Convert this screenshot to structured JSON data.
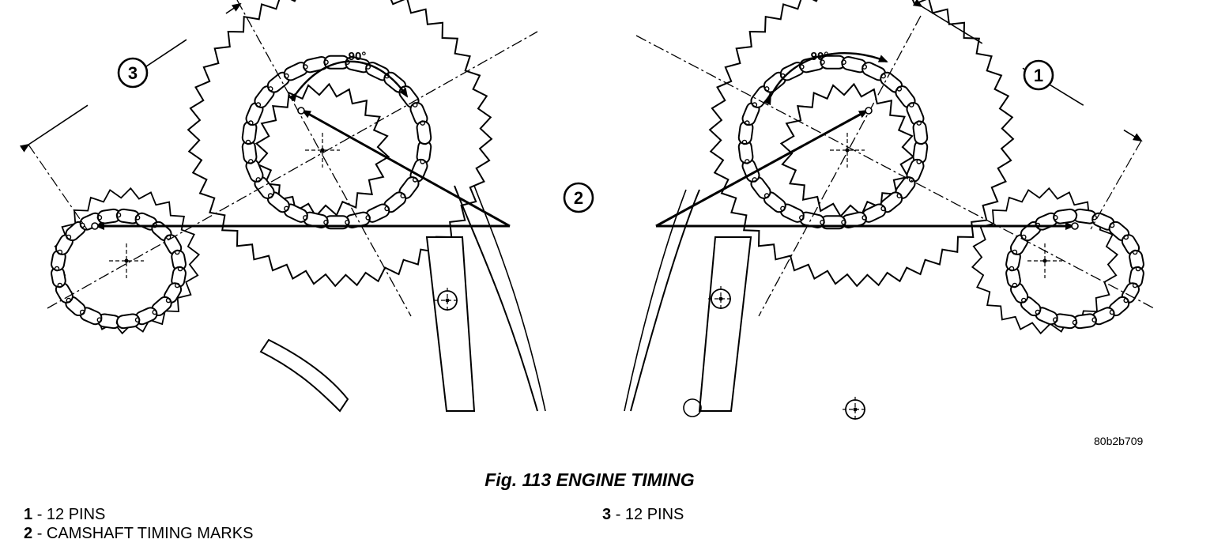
{
  "figure": {
    "caption": "Fig. 113 ENGINE TIMING",
    "ref_code": "80b2b709"
  },
  "callouts": [
    "1",
    "2",
    "3"
  ],
  "angles": {
    "left": "90°",
    "right": "90°"
  },
  "legend": [
    {
      "number": "1",
      "text": "- 12 PINS"
    },
    {
      "number": "2",
      "text": "- CAMSHAFT TIMING MARKS"
    },
    {
      "number": "3",
      "text": "- 12 PINS"
    }
  ]
}
